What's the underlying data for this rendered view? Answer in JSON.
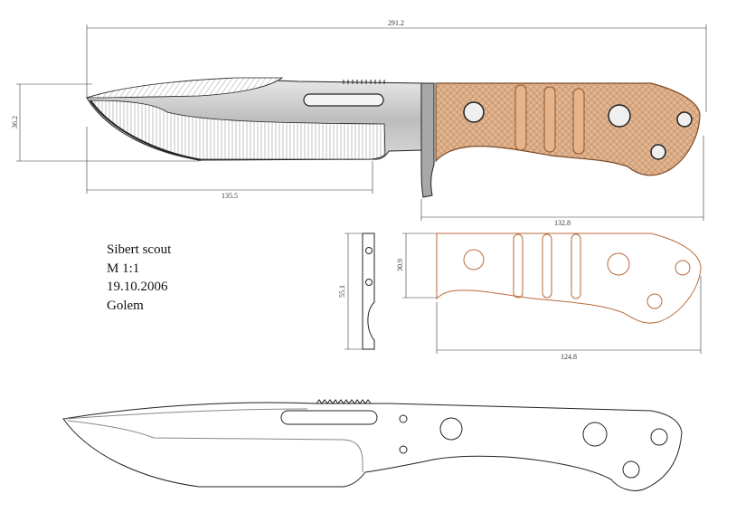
{
  "title_block": {
    "name": "Sibert scout",
    "scale": "M 1:1",
    "date": "19.10.2006",
    "author": "Golem"
  },
  "dimensions": {
    "overall_length": "291.2",
    "blade_height": "36.2",
    "blade_length": "135.5",
    "handle_length": "132.8",
    "guard_height": "55.1",
    "scale_height": "30.9",
    "scale_length": "124.8"
  },
  "colors": {
    "handle_fill": "#d9a67e",
    "handle_outline": "#b86a3a",
    "blade_steel": "#c9c9c9",
    "line": "#222222",
    "dim_line": "#333333"
  }
}
